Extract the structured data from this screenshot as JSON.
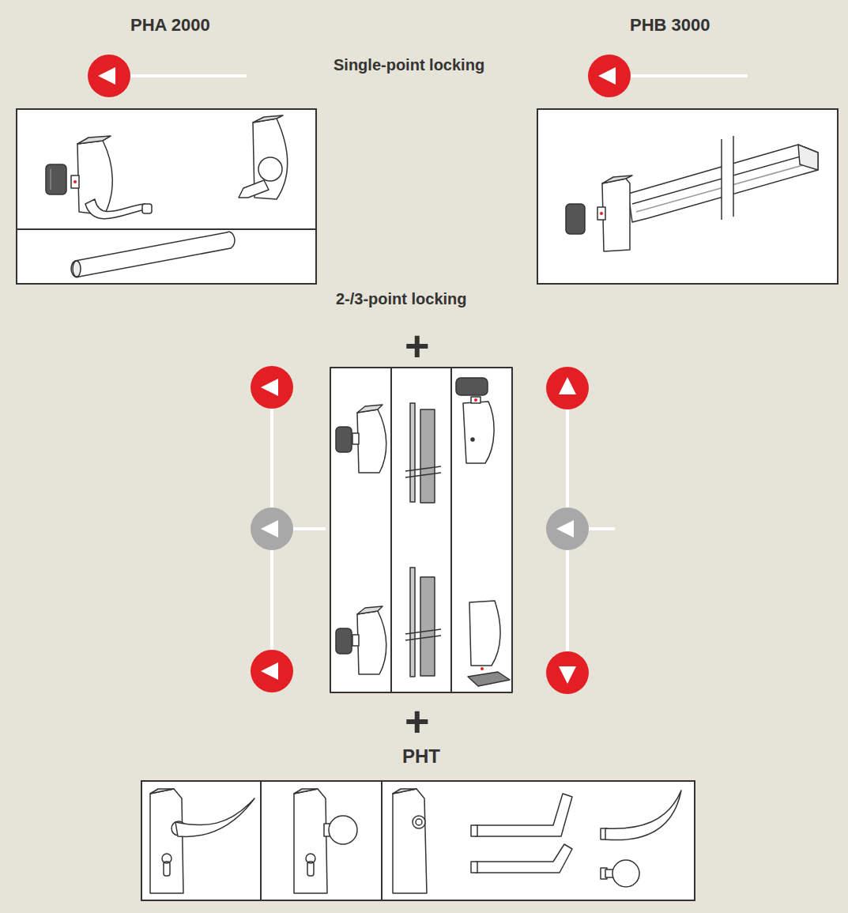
{
  "diagram": {
    "nodes": [
      {
        "text": [
          "PHA 2000"
        ]
      },
      {
        "text": [
          "PHB 3000"
        ]
      },
      {
        "text": [
          "PHT"
        ]
      }
    ],
    "labels": [
      "Single-point locking",
      "2-/3-point locking",
      "+",
      "+"
    ]
  }
}
